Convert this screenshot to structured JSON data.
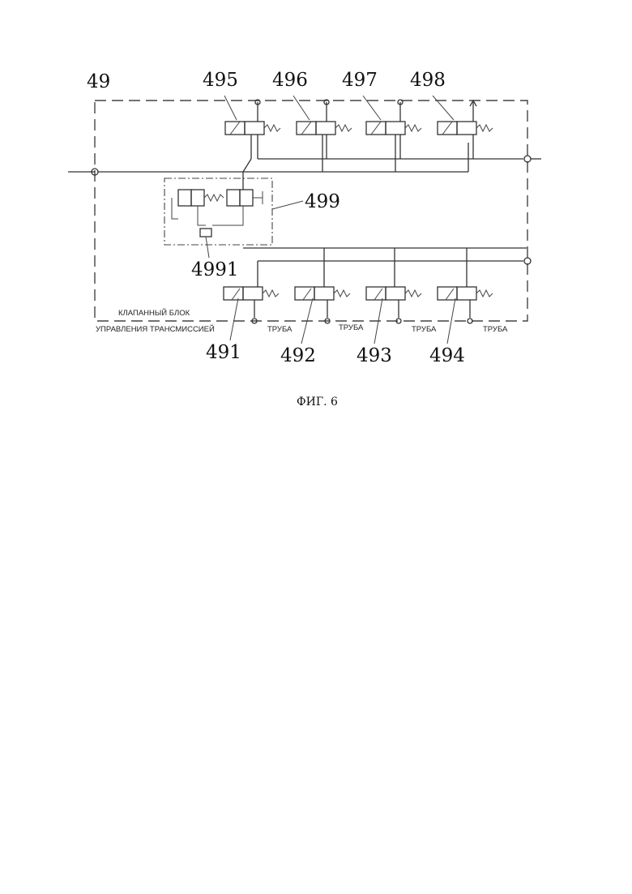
{
  "figure": {
    "block_label": "49",
    "caption": "ФИГ. 6",
    "title_line1": "КЛАПАННЫЙ БЛОК",
    "title_line2": "УПРАВЛЕНИЯ ТРАНСМИССИЕЙ",
    "top_valves": [
      "495",
      "496",
      "497",
      "498"
    ],
    "bottom_valves": [
      "491",
      "492",
      "493",
      "494"
    ],
    "sub_block": "499",
    "sub_valve": "4991",
    "pipe_labels": [
      "ТРУБА",
      "ТРУБА",
      "ТРУБА",
      "ТРУБА"
    ]
  }
}
